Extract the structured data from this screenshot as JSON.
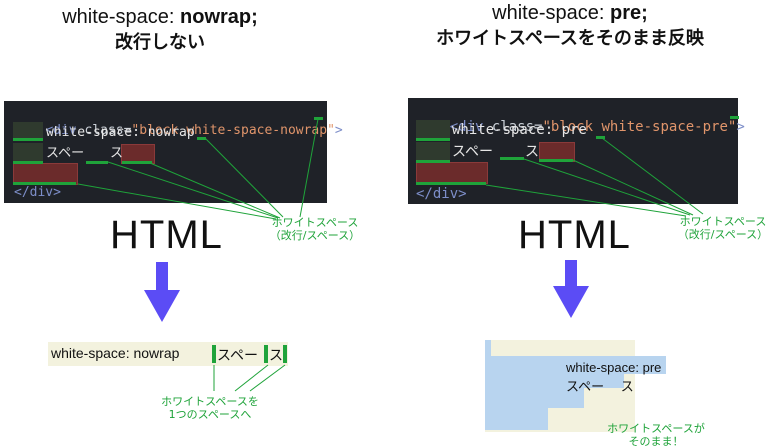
{
  "left": {
    "title_line1_prefix": "white-space: ",
    "title_line1_bold": "nowrap;",
    "title_line2": "改行しない",
    "code": {
      "open_tag_start": "<div ",
      "attr_name": "class=",
      "attr_value": "\"block white-space-nowrap\"",
      "open_tag_end": ">",
      "line2": "white-space: nowrap",
      "line3_a": "スペー",
      "line3_b": "ス",
      "close_tag": "</div>"
    },
    "html_label": "HTML",
    "note_line1": "ホワイトスペース",
    "note_line2": "（改行/スペース）",
    "result_text_a": "white-space: nowrap",
    "result_text_b": "スペー",
    "result_text_c": "ス",
    "result_note_line1": "ホワイトスペースを",
    "result_note_line2": "1つのスペースへ"
  },
  "right": {
    "title_line1_prefix": "white-space: ",
    "title_line1_bold": "pre;",
    "title_line2": "ホワイトスペースをそのまま反映",
    "code": {
      "open_tag_start": "<div ",
      "attr_name": "class=",
      "attr_value": "\"block white-space-pre\"",
      "open_tag_end": ">",
      "line2": "white-space: pre",
      "line3_a": "スペー",
      "line3_b": "ス",
      "close_tag": "</div>"
    },
    "html_label": "HTML",
    "note_line1": "ホワイトスペース",
    "note_line2": "（改行/スペース）",
    "result_line1": "white-space: pre",
    "result_line2": "スペー　 ス",
    "result_note_line1": "ホワイトスペースが",
    "result_note_line2": "そのまま！"
  },
  "colors": {
    "green": "#1fa33a",
    "arrow": "#5b4cf5",
    "code_bg": "#1f2228",
    "result_bg_light": "#f3f2de",
    "result_bg_blue": "#b8d4ef"
  }
}
